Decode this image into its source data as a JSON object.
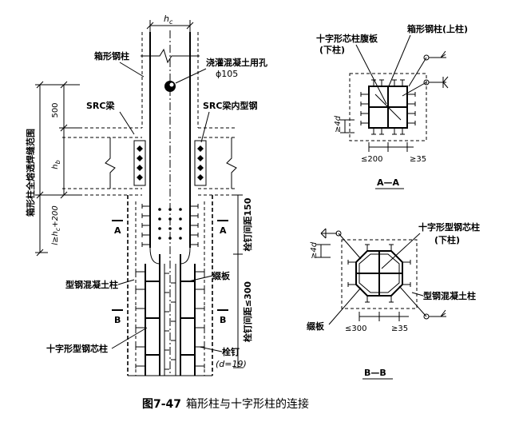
{
  "elevation": {
    "dim_hc": "h",
    "dim_hc_sub": "c",
    "box_column": "箱形钢柱",
    "grout_hole_line1": "浇灌混凝土用孔",
    "grout_hole_line2": "ϕ105",
    "src_beam": "SRC梁",
    "src_beam_inner_steel": "SRC梁内型钢",
    "dim_500": "500",
    "dim_hb": "h",
    "dim_hb_sub": "b",
    "dim_l_pre": "l≥h",
    "dim_l_sub": "c",
    "dim_l_post": "+200",
    "full_weld_range": "箱形柱全熔透焊缝范围",
    "section_a": "A",
    "section_b": "B",
    "stud_spacing_150": "栓钉间距150",
    "stud_spacing_300": "栓钉间距≤300",
    "batten_plate": "缀板",
    "src_column": "型钢混凝土柱",
    "cross_core_column": "十字形型钢芯柱",
    "stud": "栓钉",
    "stud_d": "(d=19)"
  },
  "section_aa": {
    "web_label_line1": "十字形芯柱腹板",
    "web_label_line2": "(下柱)",
    "box_upper": "箱形钢柱(上柱)",
    "dim_4d": "≥4d",
    "dim_200": "≤200",
    "dim_35": "≥35",
    "title": "A—A"
  },
  "section_bb": {
    "core_line1": "十字形型钢芯柱",
    "core_line2": "(下柱)",
    "dim_4d": "≥4d",
    "src_column": "型钢混凝土柱",
    "batten": "缀板",
    "dim_300": "≤300",
    "dim_35": "≥35",
    "title": "B—B"
  },
  "caption": {
    "number": "图7-47",
    "text": "箱形柱与十字形柱的连接"
  },
  "icons": [
    "weld-symbol-icon",
    "section-cut-arrow-icon",
    "grout-hole-icon",
    "stud-icon"
  ]
}
